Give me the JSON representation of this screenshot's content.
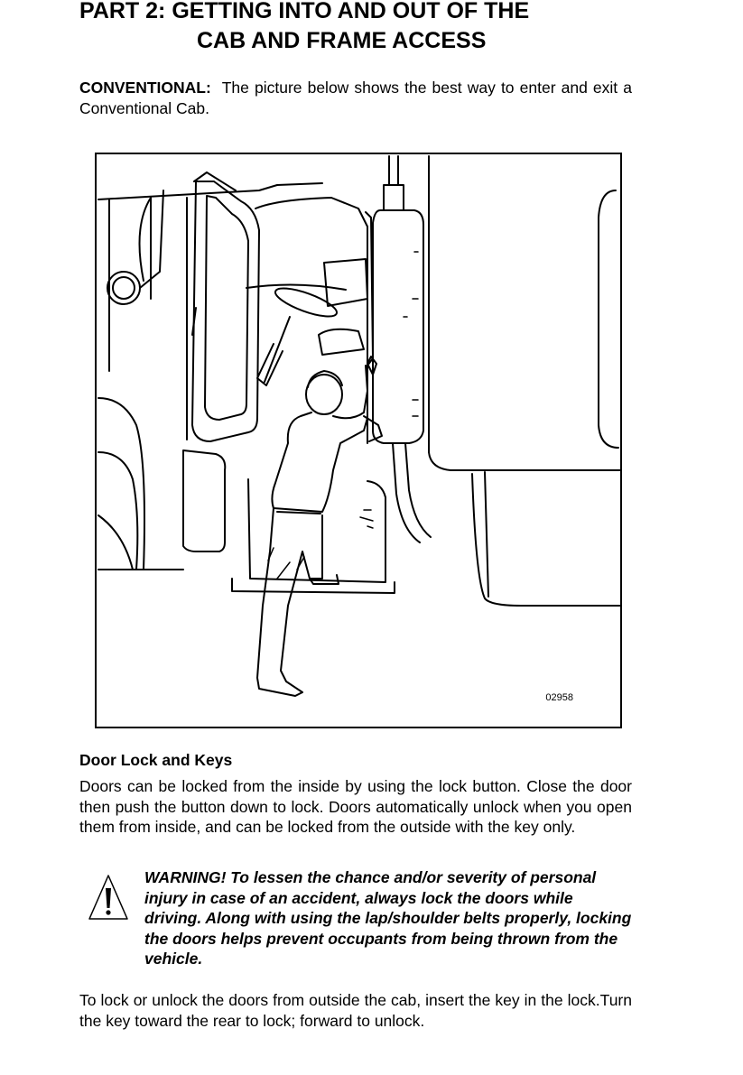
{
  "heading": {
    "line1": "PART 2:  GETTING INTO AND OUT OF THE",
    "line2": "CAB AND FRAME ACCESS"
  },
  "intro": {
    "label": "CONVENTIONAL:",
    "text": "The picture below shows the best way to enter and exit a Conventional Cab."
  },
  "figure": {
    "id": "02958",
    "subject": "person climbing into conventional truck cab using grab handle and steps"
  },
  "section": {
    "title": "Door Lock and Keys",
    "paragraph1": "Doors can be locked from the inside by using the lock button. Close the door then push the button down to lock. Doors automatically unlock when you open them from inside, and can be locked from the outside with the key only.",
    "warning": "WARNING!  To lessen the chance and/or severity of personal injury in case of an accident, always lock the doors while driving. Along with using the lap/shoulder belts properly, locking the doors helps prevent occupants from being thrown from the vehicle.",
    "paragraph2": "To lock or unlock the doors from outside the cab, insert the key in the lock.Turn the key toward the rear to lock; forward to unlock."
  },
  "icons": {
    "warning": "warning-triangle-icon"
  }
}
